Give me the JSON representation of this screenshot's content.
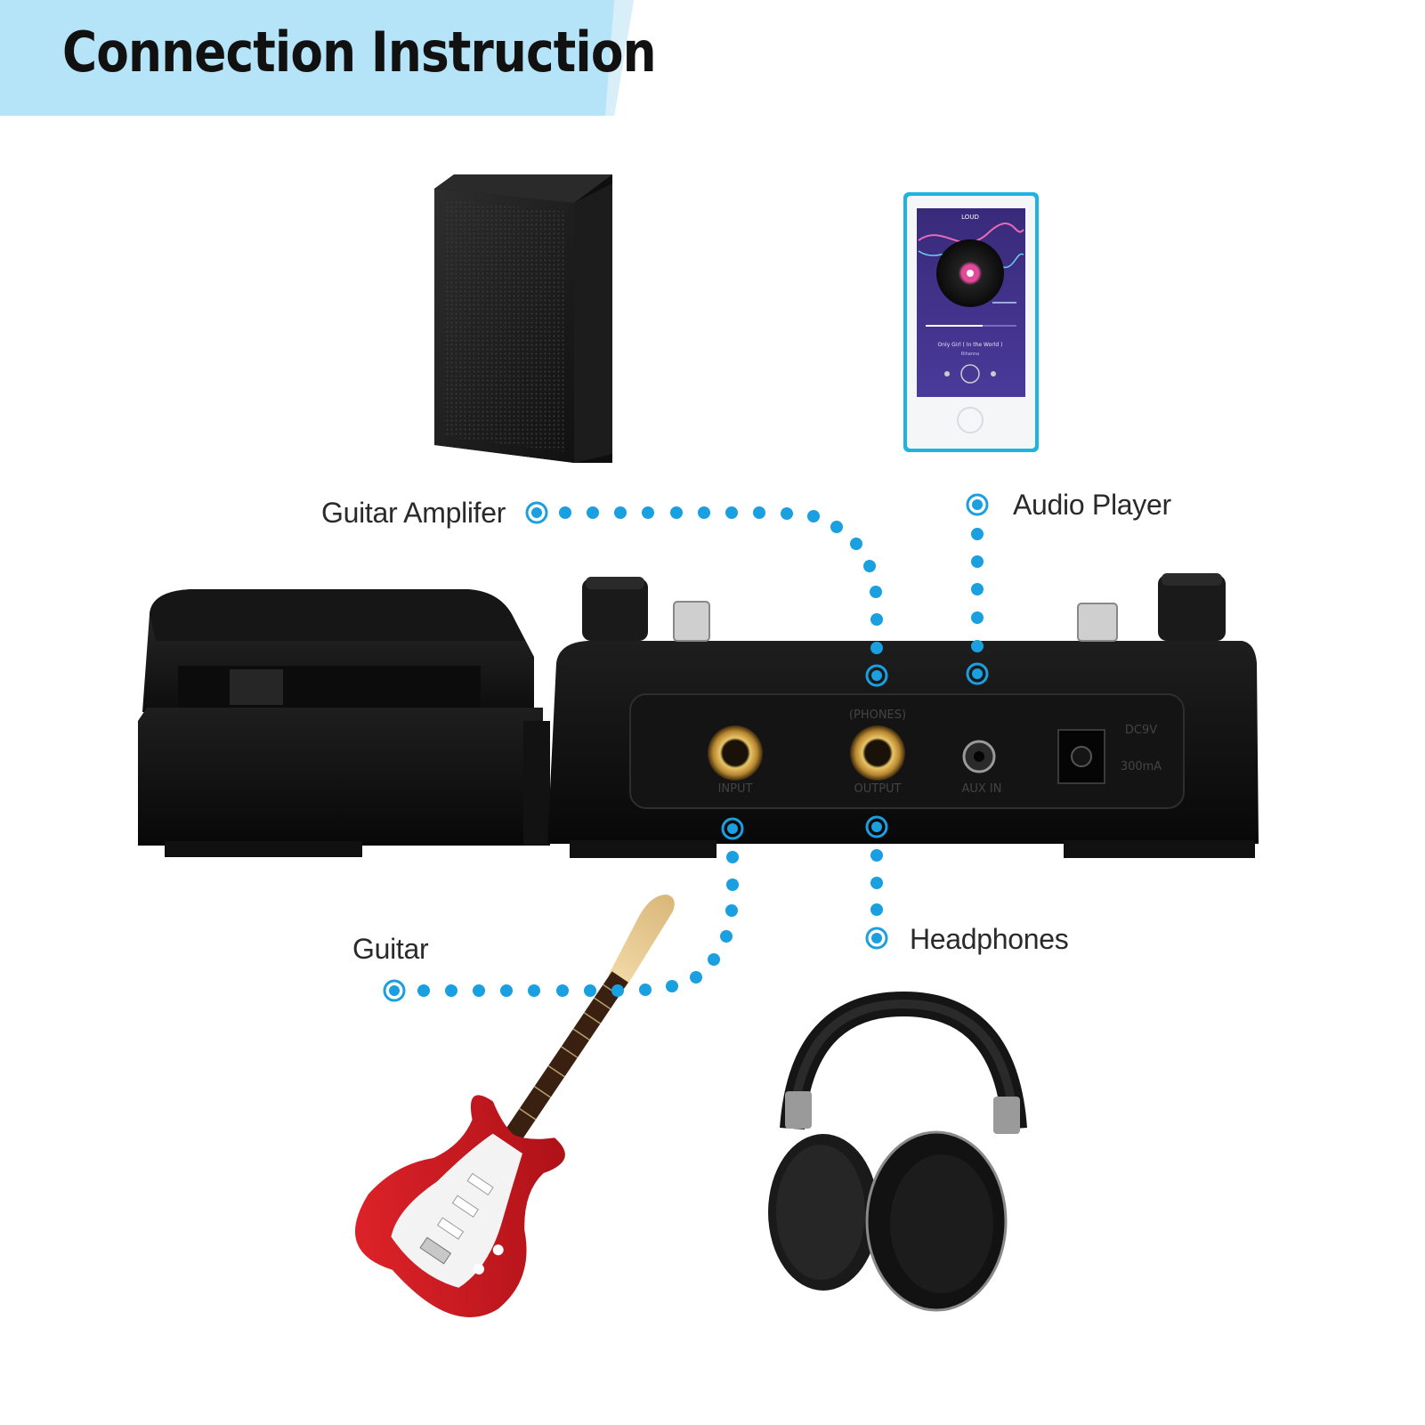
{
  "header": {
    "title": "Connection Instruction"
  },
  "labels": {
    "amp": "Guitar Amplifer",
    "player": "Audio Player",
    "guitar": "Guitar",
    "headphones": "Headphones"
  },
  "device": {
    "jacks": {
      "phones": "(PHONES)",
      "input": "INPUT",
      "output": "OUTPUT",
      "aux": "AUX IN"
    },
    "power": {
      "dc": "DC9V",
      "current": "300mA"
    }
  },
  "player_screen": {
    "title": "LOUD",
    "song": "Only Girl ( In the World )",
    "artist": "Rihanna"
  },
  "colors": {
    "accent": "#1a9fe0",
    "banner": "#b5e3f8",
    "label_text": "#2a2a2a"
  }
}
